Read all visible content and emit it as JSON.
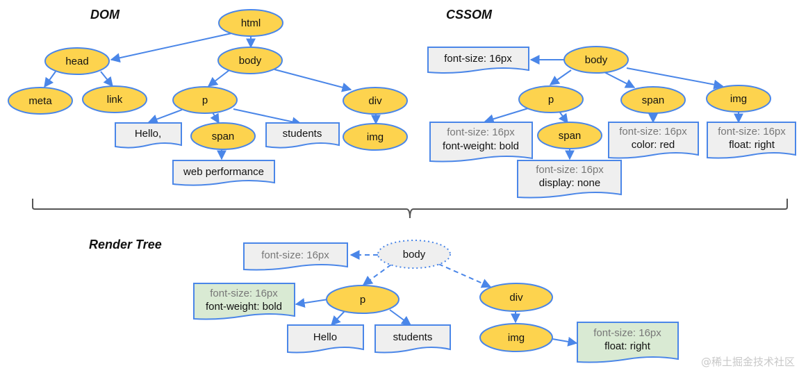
{
  "titles": {
    "dom": "DOM",
    "cssom": "CSSOM",
    "render_tree": "Render Tree"
  },
  "dom": {
    "html": "html",
    "head": "head",
    "body": "body",
    "meta": "meta",
    "link": "link",
    "p": "p",
    "div": "div",
    "span": "span",
    "img": "img",
    "hello": "Hello,",
    "students": "students",
    "web_performance": "web performance"
  },
  "cssom": {
    "body": "body",
    "body_style": "font-size: 16px",
    "p": "p",
    "span": "span",
    "img": "img",
    "p_style_inherited": "font-size: 16px",
    "p_style_own": "font-weight: bold",
    "span_p_style_inherited": "font-size: 16px",
    "span_p_style_own": "display: none",
    "span_style_inherited": "font-size: 16px",
    "span_style_own": "color: red",
    "img_style_inherited": "font-size: 16px",
    "img_style_own": "float: right"
  },
  "render_tree": {
    "body": "body",
    "body_style": "font-size: 16px",
    "p": "p",
    "p_style_inherited": "font-size: 16px",
    "p_style_own": "font-weight: bold",
    "div": "div",
    "img": "img",
    "img_style_inherited": "font-size: 16px",
    "img_style_own": "float: right",
    "hello": "Hello",
    "students": "students"
  },
  "colors": {
    "node_fill": "#fdd34e",
    "node_stroke": "#4a86e8",
    "edge": "#4a86e8",
    "doc_fill": "#efefef",
    "doc_green_fill": "#d9ead3",
    "brace": "#555555",
    "dashed_body_fill": "#efefef"
  },
  "watermark": "@稀土掘金技术社区"
}
